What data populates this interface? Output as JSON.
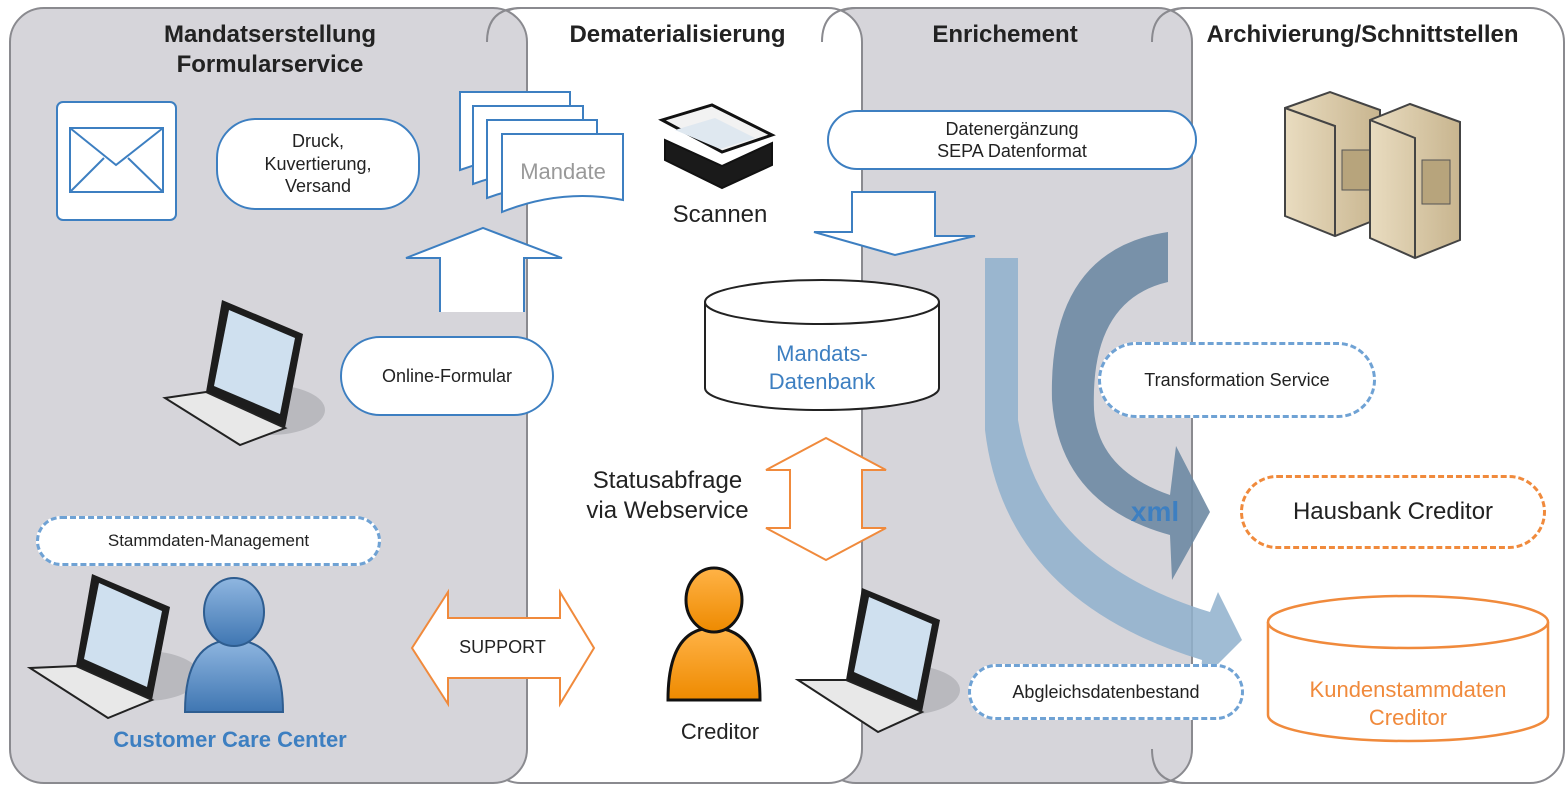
{
  "columns": [
    {
      "title_line1": "Mandatserstellung",
      "title_line2": "Formularservice"
    },
    {
      "title_line1": "Dematerialisierung"
    },
    {
      "title_line1": "Enrichement"
    },
    {
      "title_line1": "Archivierung/Schnittstellen"
    }
  ],
  "nodes": {
    "druck": [
      "Druck,",
      "Kuvertierung,",
      "Versand"
    ],
    "mandate": "Mandate",
    "scannen": "Scannen",
    "datenergaenzung": [
      "Datenergänzung",
      "SEPA Datenformat"
    ],
    "online_formular": "Online-Formular",
    "mandats_db": [
      "Mandats-",
      "Datenbank"
    ],
    "transformation": "Transformation Service",
    "statusabfrage": [
      "Statusabfrage",
      "via Webservice"
    ],
    "xml": "xml",
    "hausbank": "Hausbank Creditor",
    "stammdaten": "Stammdaten-Management",
    "support": "SUPPORT",
    "abgleich": "Abgleichsdatenbestand",
    "kunden_db": [
      "Kundenstammdaten",
      "Creditor"
    ],
    "customer_care": "Customer Care Center",
    "creditor": "Creditor"
  },
  "colors": {
    "panel_grey": "#d6d5da",
    "panel_white": "#ffffff",
    "blue_accent": "#3d7fc1",
    "orange_accent": "#f08a3c",
    "flow_blue": "#8fb0cc",
    "flow_dark": "#6e8aa3"
  },
  "icons": [
    "envelope-icon",
    "document-stack-icon",
    "scanner-icon",
    "server-icon",
    "laptop-icon",
    "person-icon",
    "database-icon",
    "arrow-icon"
  ]
}
